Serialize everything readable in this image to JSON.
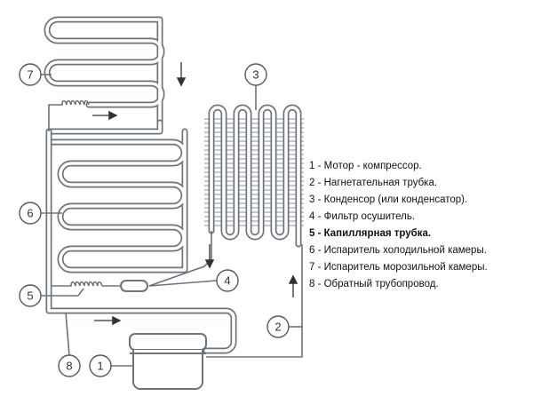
{
  "legend": [
    {
      "text": "1 - Мотор - компрессор.",
      "bold": false
    },
    {
      "text": "2 - Нагнетательная трубка.",
      "bold": false
    },
    {
      "text": "3 - Конденсор (или конденсатор).",
      "bold": false
    },
    {
      "text": "4 - Фильтр осушитель.",
      "bold": false
    },
    {
      "text": "5 - Капиллярная трубка.",
      "bold": true
    },
    {
      "text": "6 - Испаритель холодильной камеры.",
      "bold": false
    },
    {
      "text": "7 - Испаритель морозильной камеры.",
      "bold": false
    },
    {
      "text": "8 - Обратный трубопровод.",
      "bold": false
    }
  ],
  "callouts": {
    "c1": "1",
    "c2": "2",
    "c3": "3",
    "c4": "4",
    "c5": "5",
    "c6": "6",
    "c7": "7",
    "c8": "8"
  },
  "colors": {
    "tube": "#6d737a",
    "text": "#111111",
    "background": "#ffffff"
  }
}
